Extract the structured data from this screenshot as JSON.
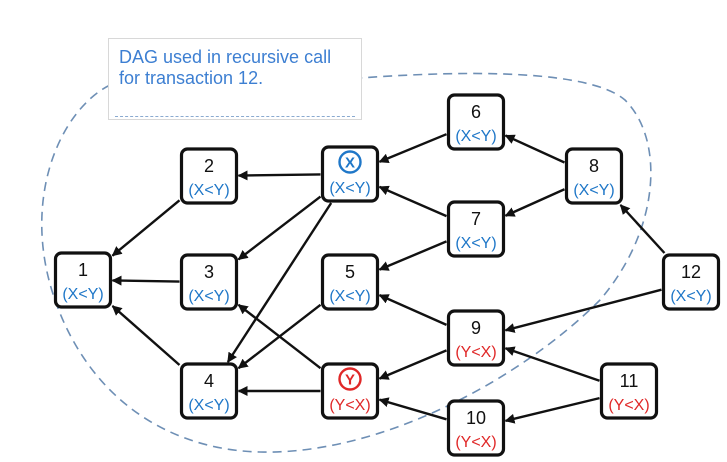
{
  "callout": {
    "text": "DAG used in recursive call\nfor transaction 12."
  },
  "colors": {
    "blue": "#1f77c8",
    "red": "#e02828",
    "edge": "#111111",
    "boundary": "#6e8fb5",
    "callout_text": "#3d7fd2"
  },
  "nodes": [
    {
      "id": "1",
      "label": "1",
      "condition": "(X<Y)",
      "tone": "blue"
    },
    {
      "id": "2",
      "label": "2",
      "condition": "(X<Y)",
      "tone": "blue"
    },
    {
      "id": "3",
      "label": "3",
      "condition": "(X<Y)",
      "tone": "blue"
    },
    {
      "id": "4",
      "label": "4",
      "condition": "(X<Y)",
      "tone": "blue"
    },
    {
      "id": "X",
      "label": "X",
      "condition": "(X<Y)",
      "tone": "blue",
      "circled": true
    },
    {
      "id": "5",
      "label": "5",
      "condition": "(X<Y)",
      "tone": "blue"
    },
    {
      "id": "Y",
      "label": "Y",
      "condition": "(Y<X)",
      "tone": "red",
      "circled": true
    },
    {
      "id": "6",
      "label": "6",
      "condition": "(X<Y)",
      "tone": "blue"
    },
    {
      "id": "7",
      "label": "7",
      "condition": "(X<Y)",
      "tone": "blue"
    },
    {
      "id": "8",
      "label": "8",
      "condition": "(X<Y)",
      "tone": "blue"
    },
    {
      "id": "9",
      "label": "9",
      "condition": "(Y<X)",
      "tone": "red"
    },
    {
      "id": "10",
      "label": "10",
      "condition": "(Y<X)",
      "tone": "red"
    },
    {
      "id": "11",
      "label": "11",
      "condition": "(Y<X)",
      "tone": "red"
    },
    {
      "id": "12",
      "label": "12",
      "condition": "(X<Y)",
      "tone": "blue"
    }
  ],
  "edges": [
    {
      "from": "2",
      "to": "1"
    },
    {
      "from": "3",
      "to": "1"
    },
    {
      "from": "4",
      "to": "1"
    },
    {
      "from": "X",
      "to": "2"
    },
    {
      "from": "X",
      "to": "3"
    },
    {
      "from": "X",
      "to": "4"
    },
    {
      "from": "5",
      "to": "4"
    },
    {
      "from": "Y",
      "to": "4"
    },
    {
      "from": "Y",
      "to": "3"
    },
    {
      "from": "6",
      "to": "X"
    },
    {
      "from": "7",
      "to": "X"
    },
    {
      "from": "7",
      "to": "5"
    },
    {
      "from": "8",
      "to": "6"
    },
    {
      "from": "8",
      "to": "7"
    },
    {
      "from": "9",
      "to": "5"
    },
    {
      "from": "9",
      "to": "Y"
    },
    {
      "from": "10",
      "to": "Y"
    },
    {
      "from": "11",
      "to": "9"
    },
    {
      "from": "11",
      "to": "10"
    },
    {
      "from": "12",
      "to": "8"
    },
    {
      "from": "12",
      "to": "9"
    }
  ]
}
